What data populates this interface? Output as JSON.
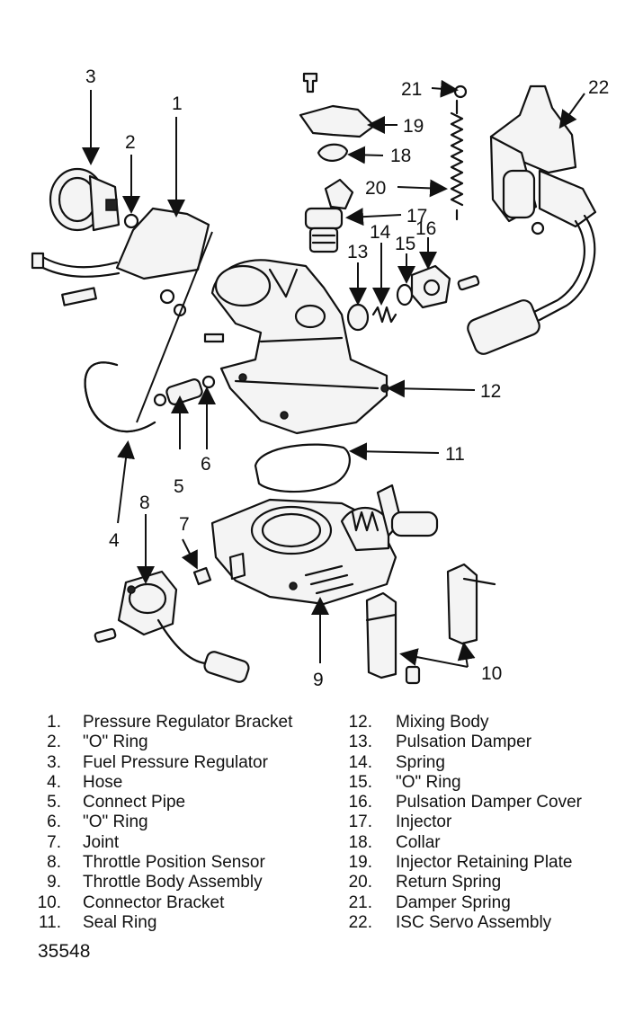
{
  "diagram": {
    "callouts": [
      {
        "num": "1"
      },
      {
        "num": "2"
      },
      {
        "num": "3"
      },
      {
        "num": "4"
      },
      {
        "num": "5"
      },
      {
        "num": "6"
      },
      {
        "num": "7"
      },
      {
        "num": "8"
      },
      {
        "num": "9"
      },
      {
        "num": "10"
      },
      {
        "num": "11"
      },
      {
        "num": "12"
      },
      {
        "num": "13"
      },
      {
        "num": "14"
      },
      {
        "num": "15"
      },
      {
        "num": "16"
      },
      {
        "num": "17"
      },
      {
        "num": "18"
      },
      {
        "num": "19"
      },
      {
        "num": "20"
      },
      {
        "num": "21"
      },
      {
        "num": "22"
      }
    ]
  },
  "legend": {
    "left": [
      {
        "num": "1.",
        "label": "Pressure Regulator Bracket"
      },
      {
        "num": "2.",
        "label": "\"O\" Ring"
      },
      {
        "num": "3.",
        "label": "Fuel Pressure Regulator"
      },
      {
        "num": "4.",
        "label": "Hose"
      },
      {
        "num": "5.",
        "label": "Connect Pipe"
      },
      {
        "num": "6.",
        "label": "\"O\" Ring"
      },
      {
        "num": "7.",
        "label": "Joint"
      },
      {
        "num": "8.",
        "label": "Throttle Position Sensor"
      },
      {
        "num": "9.",
        "label": "Throttle Body Assembly"
      },
      {
        "num": "10.",
        "label": "Connector Bracket"
      },
      {
        "num": "11.",
        "label": "Seal Ring"
      }
    ],
    "right": [
      {
        "num": "12.",
        "label": "Mixing Body"
      },
      {
        "num": "13.",
        "label": "Pulsation Damper"
      },
      {
        "num": "14.",
        "label": "Spring"
      },
      {
        "num": "15.",
        "label": "\"O\" Ring"
      },
      {
        "num": "16.",
        "label": "Pulsation Damper Cover"
      },
      {
        "num": "17.",
        "label": "Injector"
      },
      {
        "num": "18.",
        "label": "Collar"
      },
      {
        "num": "19.",
        "label": "Injector Retaining Plate"
      },
      {
        "num": "20.",
        "label": "Return Spring"
      },
      {
        "num": "21.",
        "label": "Damper Spring"
      },
      {
        "num": "22.",
        "label": "ISC Servo Assembly"
      }
    ]
  },
  "figure_id": "35548"
}
